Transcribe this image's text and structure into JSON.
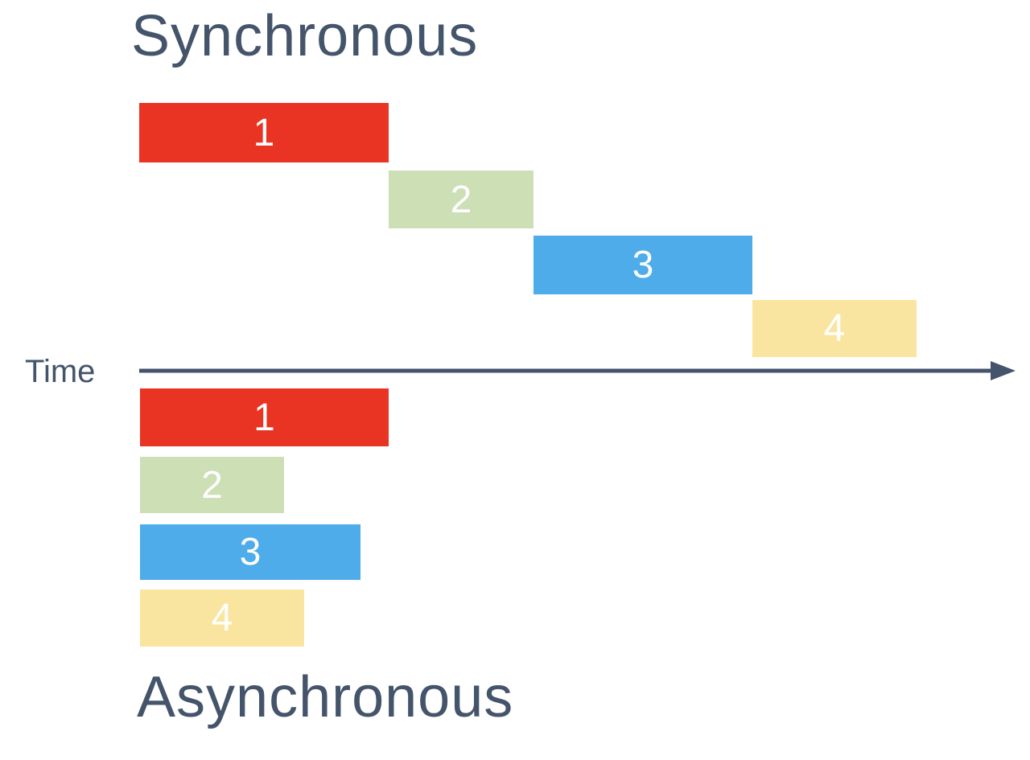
{
  "colors": {
    "background": "#FFFFFF",
    "ink": "#44546A",
    "number-text": "#FFFFFF",
    "task-red": "#E93323",
    "task-green": "#CCDFB5",
    "task-blue": "#4DACE9",
    "task-yellow": "#FAE5A0"
  },
  "axis": {
    "label": "Time"
  },
  "sync": {
    "title": "Synchronous",
    "tasks": [
      {
        "label": "1",
        "color": "#E93323"
      },
      {
        "label": "2",
        "color": "#CCDFB5"
      },
      {
        "label": "3",
        "color": "#4DACE9"
      },
      {
        "label": "4",
        "color": "#FAE5A0"
      }
    ]
  },
  "async": {
    "title": "Asynchronous",
    "tasks": [
      {
        "label": "1",
        "color": "#E93323"
      },
      {
        "label": "2",
        "color": "#CCDFB5"
      },
      {
        "label": "3",
        "color": "#4DACE9"
      },
      {
        "label": "4",
        "color": "#FAE5A0"
      }
    ]
  }
}
